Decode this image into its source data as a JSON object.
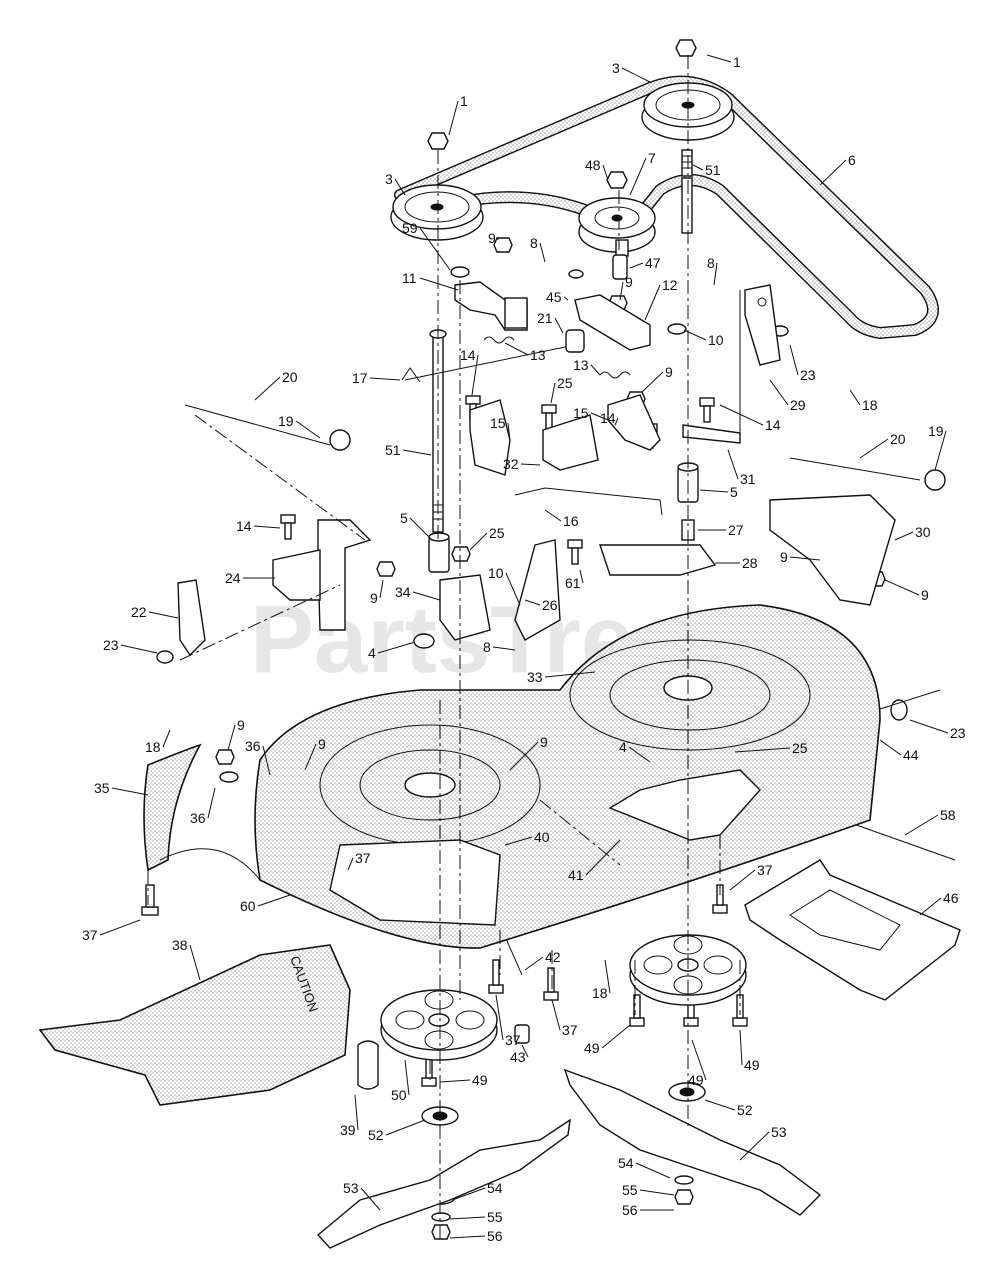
{
  "diagram": {
    "watermark": "PartsTree",
    "caution_label": "CAUTION",
    "callouts": [
      {
        "id": "c1a",
        "label": "1"
      },
      {
        "id": "c1b",
        "label": "1"
      },
      {
        "id": "c3a",
        "label": "3"
      },
      {
        "id": "c3b",
        "label": "3"
      },
      {
        "id": "c6",
        "label": "6"
      },
      {
        "id": "c7",
        "label": "7"
      },
      {
        "id": "c48",
        "label": "48"
      },
      {
        "id": "c51a",
        "label": "51"
      },
      {
        "id": "c51b",
        "label": "51"
      },
      {
        "id": "c59",
        "label": "59"
      },
      {
        "id": "c9a",
        "label": "9"
      },
      {
        "id": "c8a",
        "label": "8"
      },
      {
        "id": "c47",
        "label": "47"
      },
      {
        "id": "c11",
        "label": "11"
      },
      {
        "id": "c45",
        "label": "45"
      },
      {
        "id": "c9b",
        "label": "9"
      },
      {
        "id": "c12",
        "label": "12"
      },
      {
        "id": "c8b",
        "label": "8"
      },
      {
        "id": "c21",
        "label": "21"
      },
      {
        "id": "c10a",
        "label": "10"
      },
      {
        "id": "c13a",
        "label": "13"
      },
      {
        "id": "c14a",
        "label": "14"
      },
      {
        "id": "c13b",
        "label": "13"
      },
      {
        "id": "c9c",
        "label": "9"
      },
      {
        "id": "c17",
        "label": "17"
      },
      {
        "id": "c25a",
        "label": "25"
      },
      {
        "id": "c23a",
        "label": "23"
      },
      {
        "id": "c18a",
        "label": "18"
      },
      {
        "id": "c29",
        "label": "29"
      },
      {
        "id": "c20a",
        "label": "20"
      },
      {
        "id": "c15a",
        "label": "15"
      },
      {
        "id": "c14b",
        "label": "14"
      },
      {
        "id": "c14c",
        "label": "14"
      },
      {
        "id": "c19a",
        "label": "19"
      },
      {
        "id": "c15b",
        "label": "15"
      },
      {
        "id": "c32",
        "label": "32"
      },
      {
        "id": "c20b",
        "label": "20"
      },
      {
        "id": "c19b",
        "label": "19"
      },
      {
        "id": "c31",
        "label": "31"
      },
      {
        "id": "c5a",
        "label": "5"
      },
      {
        "id": "c16",
        "label": "16"
      },
      {
        "id": "c27",
        "label": "27"
      },
      {
        "id": "c30",
        "label": "30"
      },
      {
        "id": "c14d",
        "label": "14"
      },
      {
        "id": "c5b",
        "label": "5"
      },
      {
        "id": "c25b",
        "label": "25"
      },
      {
        "id": "c9d",
        "label": "9"
      },
      {
        "id": "c28",
        "label": "28"
      },
      {
        "id": "c24",
        "label": "24"
      },
      {
        "id": "c61",
        "label": "61"
      },
      {
        "id": "c9e",
        "label": "9"
      },
      {
        "id": "c9f",
        "label": "9"
      },
      {
        "id": "c34",
        "label": "34"
      },
      {
        "id": "c10b",
        "label": "10"
      },
      {
        "id": "c26",
        "label": "26"
      },
      {
        "id": "c22",
        "label": "22"
      },
      {
        "id": "c23b",
        "label": "23"
      },
      {
        "id": "c4a",
        "label": "4"
      },
      {
        "id": "c8c",
        "label": "8"
      },
      {
        "id": "c33",
        "label": "33"
      },
      {
        "id": "c18b",
        "label": "18"
      },
      {
        "id": "c23c",
        "label": "23"
      },
      {
        "id": "c44",
        "label": "44"
      },
      {
        "id": "c9g",
        "label": "9"
      },
      {
        "id": "c36a",
        "label": "36"
      },
      {
        "id": "c9h",
        "label": "9"
      },
      {
        "id": "c9i",
        "label": "9"
      },
      {
        "id": "c4b",
        "label": "4"
      },
      {
        "id": "c25c",
        "label": "25"
      },
      {
        "id": "c35",
        "label": "35"
      },
      {
        "id": "c36b",
        "label": "36"
      },
      {
        "id": "c58",
        "label": "58"
      },
      {
        "id": "c40",
        "label": "40"
      },
      {
        "id": "c37a",
        "label": "37"
      },
      {
        "id": "c41",
        "label": "41"
      },
      {
        "id": "c37b",
        "label": "37"
      },
      {
        "id": "c60",
        "label": "60"
      },
      {
        "id": "c46",
        "label": "46"
      },
      {
        "id": "c37c",
        "label": "37"
      },
      {
        "id": "c38",
        "label": "38"
      },
      {
        "id": "c42",
        "label": "42"
      },
      {
        "id": "c18c",
        "label": "18"
      },
      {
        "id": "c37d",
        "label": "37"
      },
      {
        "id": "c37e",
        "label": "37"
      },
      {
        "id": "c49a",
        "label": "49"
      },
      {
        "id": "c49b",
        "label": "49"
      },
      {
        "id": "c43",
        "label": "43"
      },
      {
        "id": "c49c",
        "label": "49"
      },
      {
        "id": "c50",
        "label": "50"
      },
      {
        "id": "c49d",
        "label": "49"
      },
      {
        "id": "c52a",
        "label": "52"
      },
      {
        "id": "c39",
        "label": "39"
      },
      {
        "id": "c52b",
        "label": "52"
      },
      {
        "id": "c53a",
        "label": "53"
      },
      {
        "id": "c53b",
        "label": "53"
      },
      {
        "id": "c54a",
        "label": "54"
      },
      {
        "id": "c55a",
        "label": "55"
      },
      {
        "id": "c56a",
        "label": "56"
      },
      {
        "id": "c54b",
        "label": "54"
      },
      {
        "id": "c55b",
        "label": "55"
      },
      {
        "id": "c56b",
        "label": "56"
      }
    ]
  }
}
